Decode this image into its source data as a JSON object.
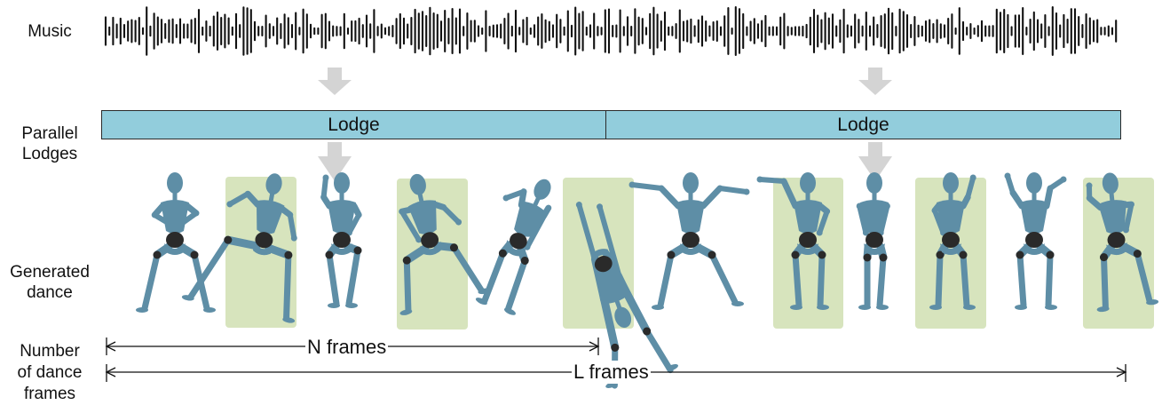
{
  "labels": {
    "music": "Music",
    "parallel_lodges": "Parallel\nLodges",
    "generated_dance": "Generated\ndance",
    "number_of_frames": "Number\nof dance\nframes"
  },
  "lodges": [
    "Lodge",
    "Lodge"
  ],
  "frame_spans": {
    "n_frames": "N frames",
    "l_frames": "L frames"
  },
  "dancers": [
    {
      "pose": "arms-crossed",
      "highlight": false
    },
    {
      "pose": "crouch-lunge",
      "highlight": true
    },
    {
      "pose": "hand-on-hip",
      "highlight": false
    },
    {
      "pose": "bent-lean",
      "highlight": true
    },
    {
      "pose": "forward-bend",
      "highlight": false
    },
    {
      "pose": "handstand",
      "highlight": true
    },
    {
      "pose": "arms-out",
      "highlight": false
    },
    {
      "pose": "arm-point",
      "highlight": true
    },
    {
      "pose": "hands-on-hips",
      "highlight": false
    },
    {
      "pose": "hands-on-hips-2",
      "highlight": true
    },
    {
      "pose": "arm-raise",
      "highlight": false
    },
    {
      "pose": "lean-back",
      "highlight": true
    }
  ],
  "colors": {
    "lodge_fill": "#92cddc",
    "highlight_fill": "#d7e4bd",
    "dancer_body": "#5e8ea6",
    "dancer_joint": "#2a2a2a",
    "arrow": "#d4d4d4",
    "waveform": "#111111"
  }
}
